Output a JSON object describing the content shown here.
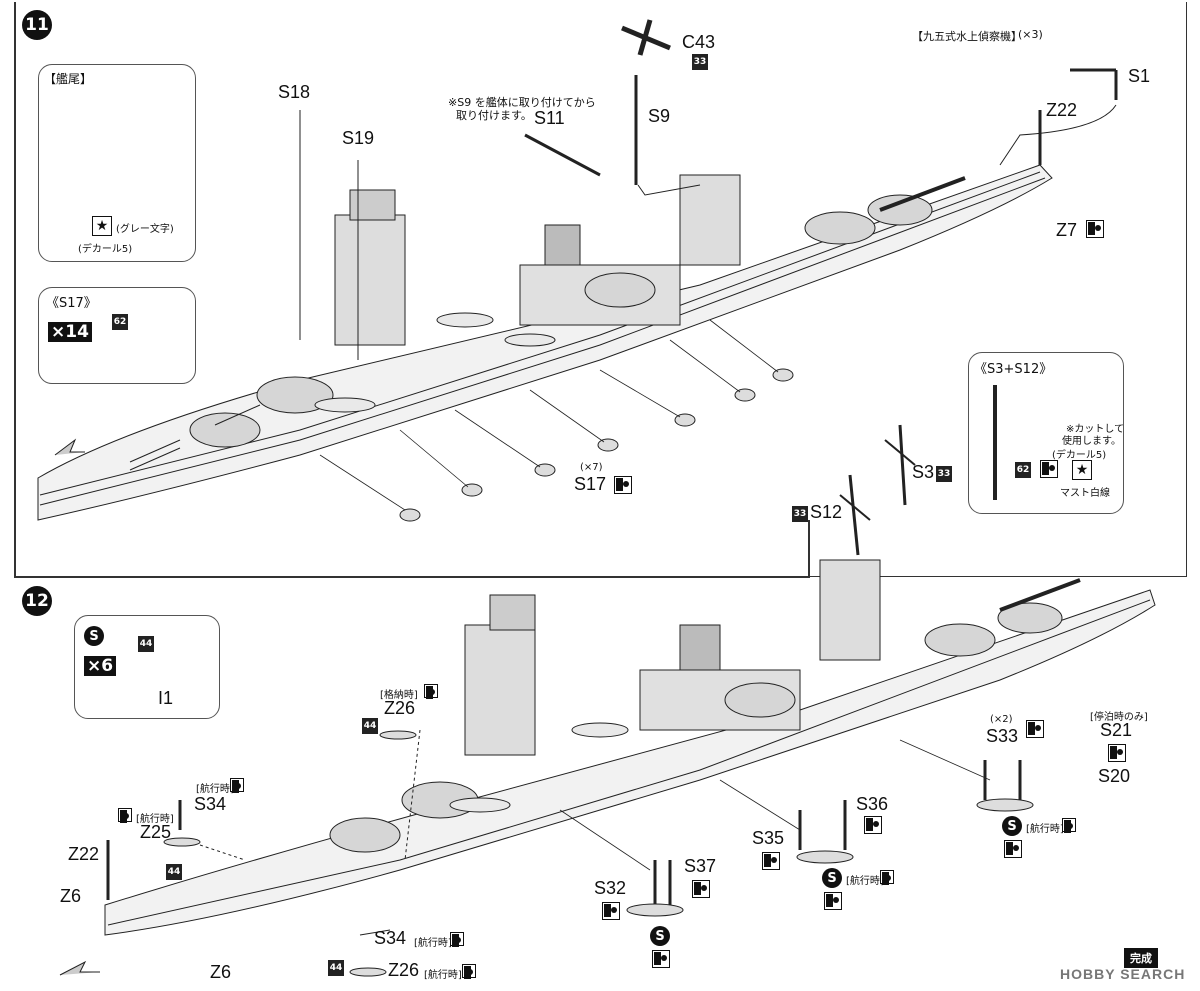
{
  "steps": {
    "s11": "11",
    "s12": "12"
  },
  "step11": {
    "stern_box": {
      "title": "【艦尾】",
      "note": "(グレー文字)",
      "decal": "(デカール5)"
    },
    "s17_box": {
      "title": "《S17》",
      "count": "×14",
      "part_no": "62"
    },
    "s3s12_box": {
      "title": "《S3+S12》",
      "note1": "※カットして",
      "note2": "使用します。",
      "decal": "(デカール5)",
      "part_no": "62",
      "mast": "マスト白線"
    },
    "seaplane": {
      "title": "【九五式水上偵察機】",
      "count": "(×3)"
    },
    "note_s9": "※S9 を艦体に取り付けてから",
    "note_s9b": "取り付けます。",
    "labels": {
      "S18": "S18",
      "S19": "S19",
      "C43": "C43",
      "S9": "S9",
      "S11": "S11",
      "S1": "S1",
      "Z22": "Z22",
      "Z7": "Z7",
      "S17": "S17",
      "S17count": "(×7)",
      "S3": "S3",
      "S12": "S12",
      "n33a": "33",
      "n33b": "33",
      "n33c": "33"
    }
  },
  "step12": {
    "s_box": {
      "count": "×6",
      "part_no": "44",
      "label": "I1"
    },
    "labels": {
      "kakunou": "[格納時]",
      "Z26a": "Z26",
      "n44a": "44",
      "kouko1": "[航行時]",
      "S34a": "S34",
      "kouko2": "[航行時]",
      "Z25": "Z25",
      "n44b": "44",
      "Z22": "Z22",
      "Z6a": "Z6",
      "Z6b": "Z6",
      "S34b": "S34",
      "kouko3": "[航行時]",
      "n44c": "44",
      "Z26b": "Z26",
      "kouko4": "[航行時]",
      "S32": "S32",
      "S37": "S37",
      "S35": "S35",
      "S36": "S36",
      "kouko5": "[航行時]",
      "S33": "S33",
      "S33count": "(×2)",
      "S21": "S21",
      "S20": "S20",
      "teihaku": "[停泊時のみ]",
      "kouko6": "[航行時]"
    }
  },
  "footer": {
    "complete": "完成",
    "watermark": "HOBBY SEARCH"
  }
}
